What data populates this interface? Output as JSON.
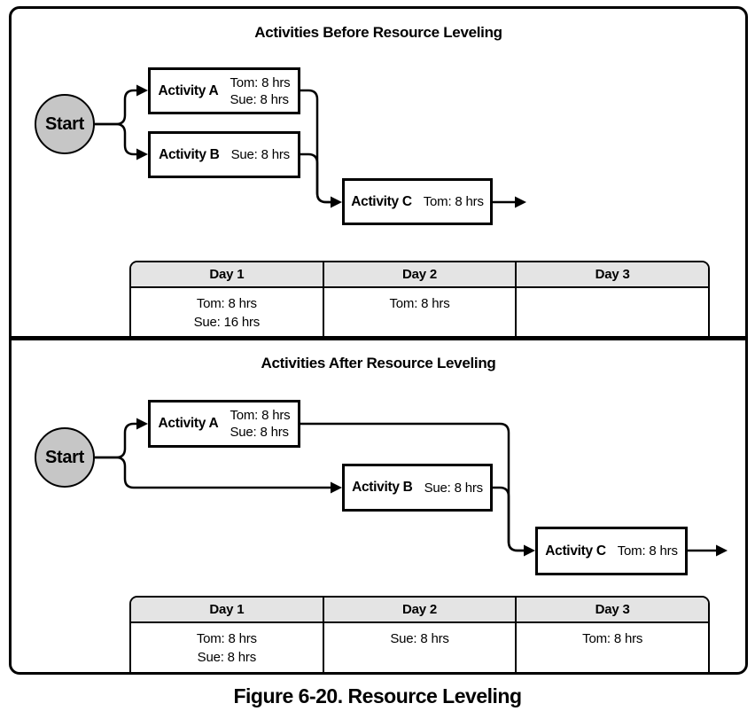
{
  "figure": {
    "caption": "Figure 6-20. Resource Leveling",
    "colors": {
      "line": "#000000",
      "start_circle_fill": "#c6c6c6",
      "table_header_fill": "#e4e4e4",
      "background": "#ffffff"
    },
    "panels": [
      {
        "title": "Activities Before Resource Leveling",
        "start_label": "Start",
        "activities": [
          {
            "name": "Activity A",
            "resources": [
              "Tom: 8 hrs",
              "Sue: 8 hrs"
            ]
          },
          {
            "name": "Activity B",
            "resources": [
              "Sue: 8 hrs"
            ]
          },
          {
            "name": "Activity C",
            "resources": [
              "Tom: 8 hrs"
            ]
          }
        ],
        "table": {
          "headers": [
            "Day 1",
            "Day 2",
            "Day 3"
          ],
          "cells": [
            [
              "Tom: 8 hrs",
              "Sue: 16 hrs"
            ],
            [
              "Tom: 8 hrs"
            ],
            []
          ]
        }
      },
      {
        "title": "Activities After Resource Leveling",
        "start_label": "Start",
        "activities": [
          {
            "name": "Activity A",
            "resources": [
              "Tom: 8 hrs",
              "Sue: 8 hrs"
            ]
          },
          {
            "name": "Activity B",
            "resources": [
              "Sue: 8 hrs"
            ]
          },
          {
            "name": "Activity C",
            "resources": [
              "Tom: 8 hrs"
            ]
          }
        ],
        "table": {
          "headers": [
            "Day 1",
            "Day 2",
            "Day 3"
          ],
          "cells": [
            [
              "Tom: 8 hrs",
              "Sue: 8 hrs"
            ],
            [
              "Sue: 8 hrs"
            ],
            [
              "Tom: 8 hrs"
            ]
          ]
        }
      }
    ]
  }
}
